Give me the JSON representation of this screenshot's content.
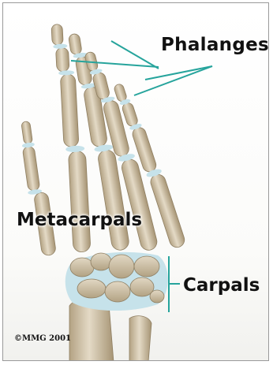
{
  "labels": {
    "phalanges": "Phalanges",
    "metacarpals": "Metacarpals",
    "carpals": "Carpals"
  },
  "copyright": "©MMG 2001",
  "colors": {
    "bone_fill": "#d8ccb4",
    "bone_shadow": "#a89878",
    "cartilage": "#c6e2ea",
    "pointer_line": "#26a49c",
    "label_text": "#111111"
  }
}
